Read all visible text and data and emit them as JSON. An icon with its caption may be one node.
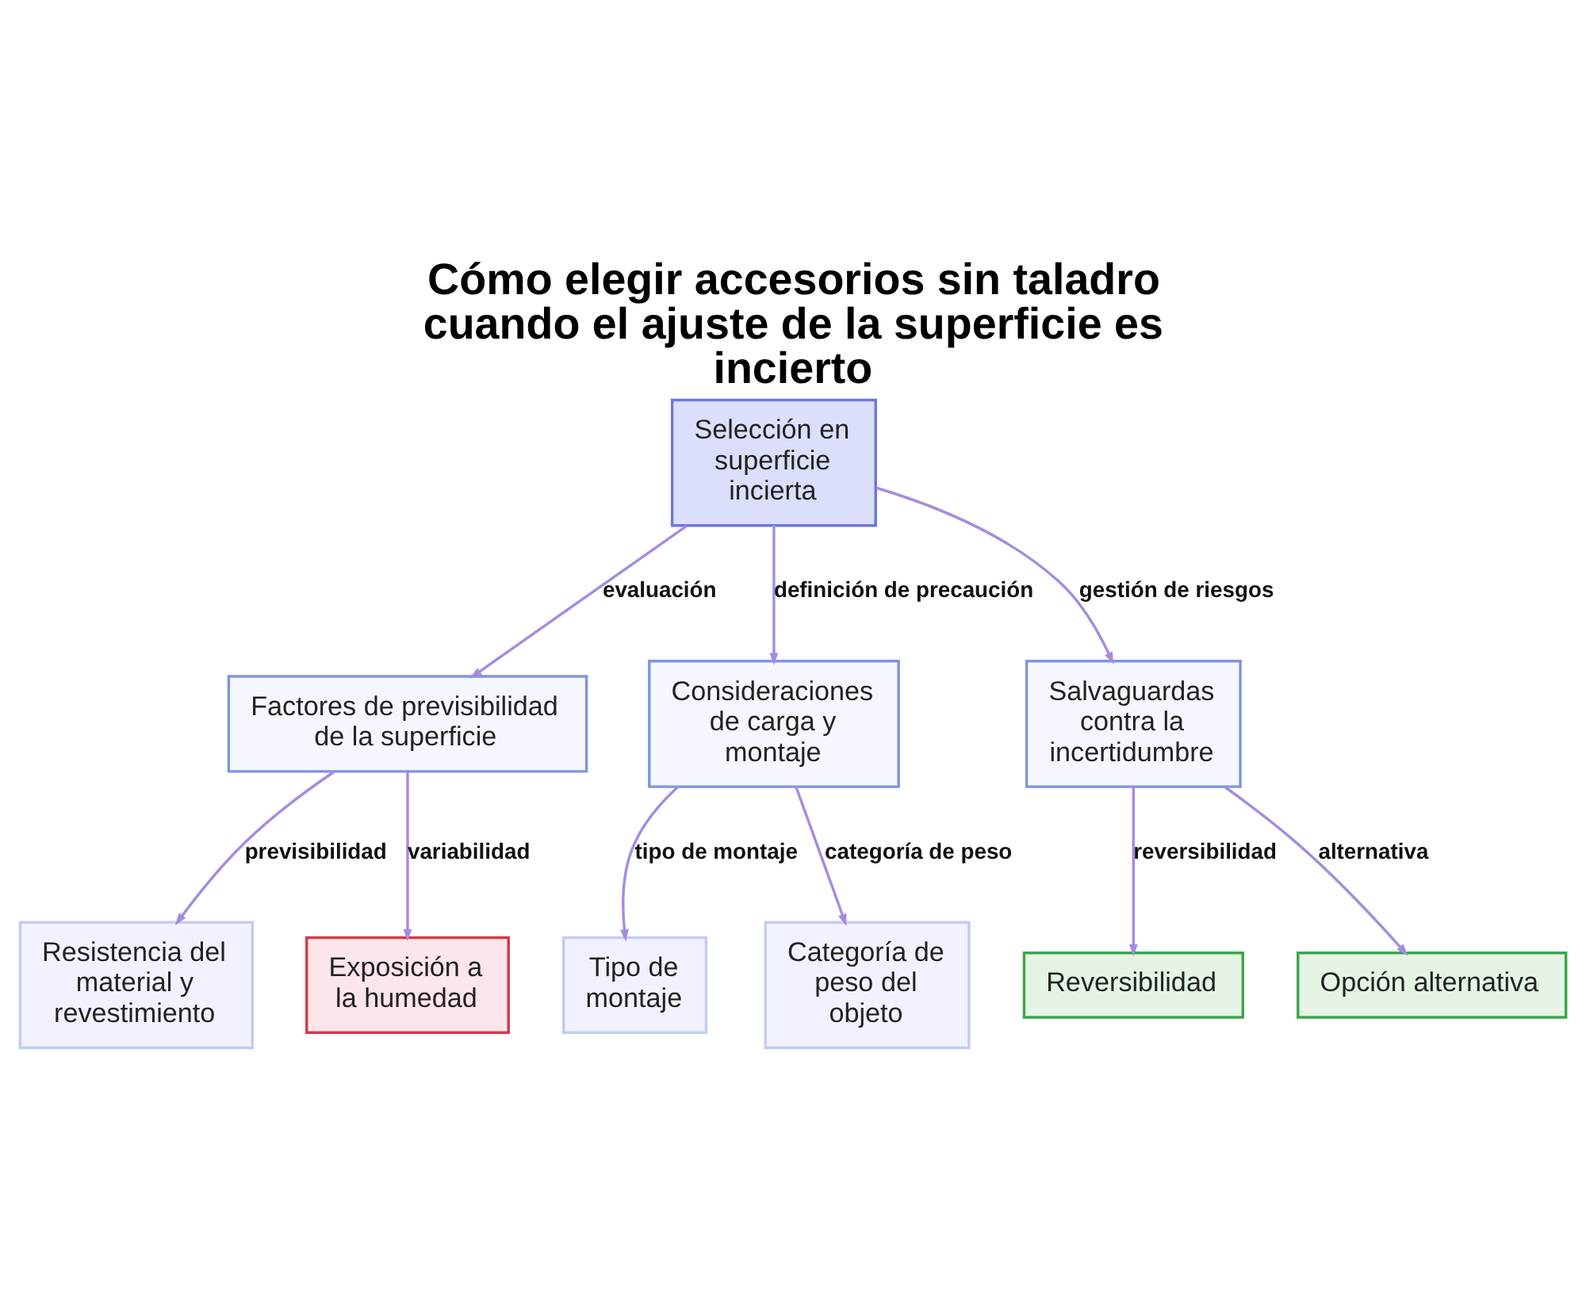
{
  "diagram": {
    "title": "Cómo elegir accesorios sin taladro cuando el ajuste de la superficie es incierto",
    "nodes": [
      {
        "text": [
          "Selección en superficie incierta"
        ]
      },
      {
        "text": [
          "Factores de previsibilidad de la superficie"
        ]
      },
      {
        "text": [
          "Consideraciones de carga y montaje"
        ]
      },
      {
        "text": [
          "Salvaguardas contra la incertidumbre"
        ]
      },
      {
        "text": [
          "Resistencia del material y revestimiento"
        ]
      },
      {
        "text": [
          "Exposición a la humedad"
        ]
      },
      {
        "text": [
          "Tipo de montaje"
        ]
      },
      {
        "text": [
          "Categoría de peso del objeto"
        ]
      },
      {
        "text": [
          "Reversibilidad"
        ]
      },
      {
        "text": [
          "Opción alternativa"
        ]
      }
    ],
    "edges": [
      {
        "from": 0,
        "to": 1,
        "arrow": "to",
        "label": "evaluación"
      },
      {
        "from": 0,
        "to": 2,
        "arrow": "to",
        "label": "definición de precaución"
      },
      {
        "from": 0,
        "to": 3,
        "arrow": "to",
        "label": "gestión de riesgos"
      },
      {
        "from": 1,
        "to": 4,
        "arrow": "to",
        "label": "previsibilidad"
      },
      {
        "from": 1,
        "to": 5,
        "arrow": "to",
        "label": "variabilidad"
      },
      {
        "from": 2,
        "to": 6,
        "arrow": "to",
        "label": "tipo de montaje"
      },
      {
        "from": 2,
        "to": 7,
        "arrow": "to",
        "label": "categoría de peso"
      },
      {
        "from": 3,
        "to": 8,
        "arrow": "to",
        "label": "reversibilidad"
      },
      {
        "from": 3,
        "to": 9,
        "arrow": "to",
        "label": "alternativa"
      }
    ]
  }
}
